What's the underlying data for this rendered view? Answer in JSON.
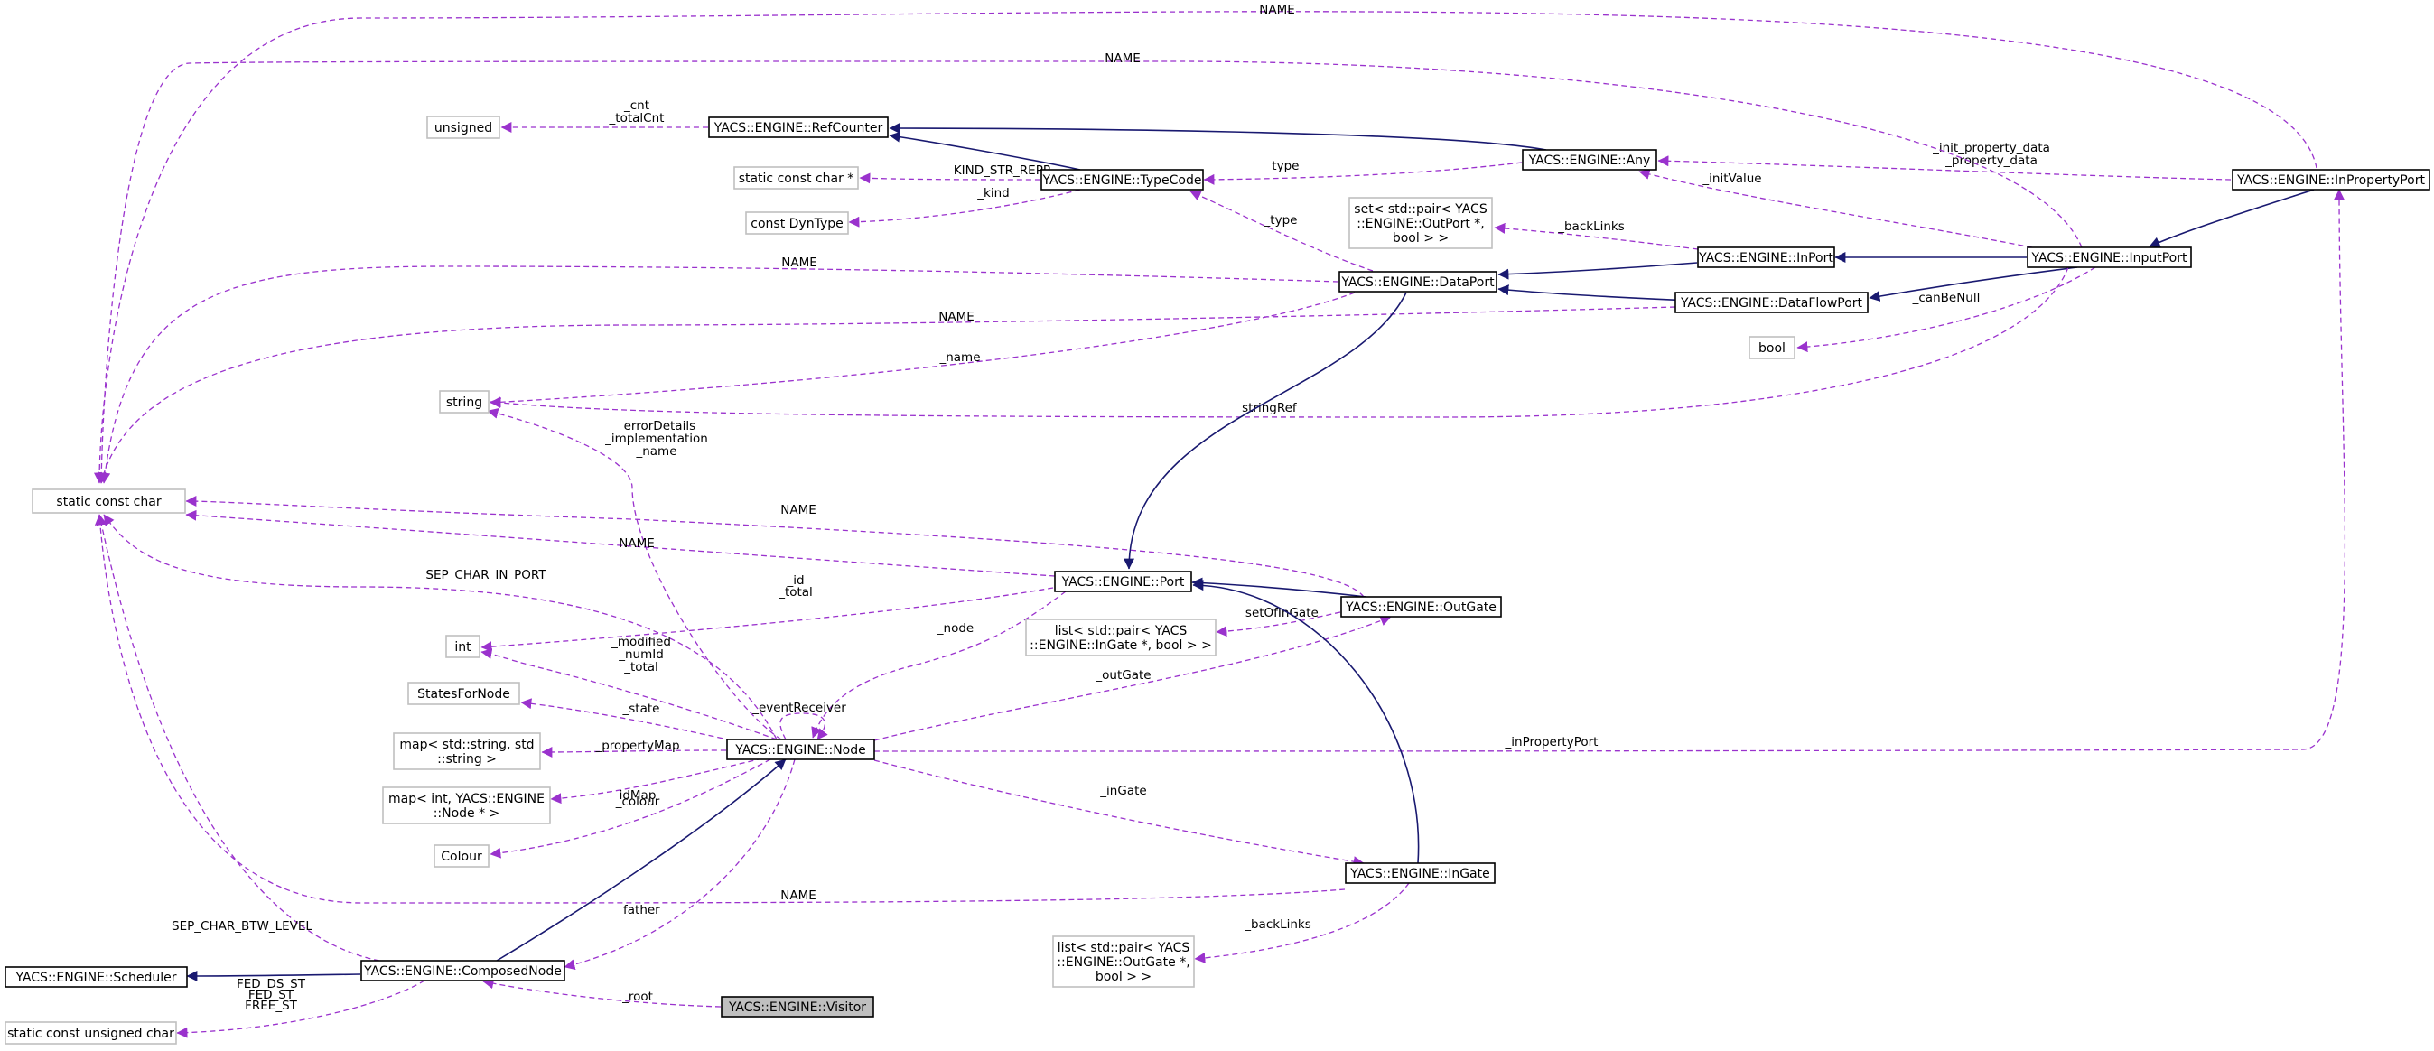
{
  "colors": {
    "inherit_edge": "#191970",
    "usage_edge": "#9a32cd",
    "class_border": "#000000",
    "type_border": "#bfbfbf",
    "focus_fill": "#bfbfbf"
  },
  "nodes": [
    {
      "id": "visitor",
      "lines": [
        "YACS::ENGINE::Visitor"
      ],
      "kind": "focus"
    },
    {
      "id": "composednode",
      "lines": [
        "YACS::ENGINE::ComposedNode"
      ],
      "kind": "class"
    },
    {
      "id": "scheduler",
      "lines": [
        "YACS::ENGINE::Scheduler"
      ],
      "kind": "class"
    },
    {
      "id": "node",
      "lines": [
        "YACS::ENGINE::Node"
      ],
      "kind": "class"
    },
    {
      "id": "port",
      "lines": [
        "YACS::ENGINE::Port"
      ],
      "kind": "class"
    },
    {
      "id": "dataport",
      "lines": [
        "YACS::ENGINE::DataPort"
      ],
      "kind": "class"
    },
    {
      "id": "typecode",
      "lines": [
        "YACS::ENGINE::TypeCode"
      ],
      "kind": "class"
    },
    {
      "id": "refcounter",
      "lines": [
        "YACS::ENGINE::RefCounter"
      ],
      "kind": "class"
    },
    {
      "id": "any",
      "lines": [
        "YACS::ENGINE::Any"
      ],
      "kind": "class"
    },
    {
      "id": "inport",
      "lines": [
        "YACS::ENGINE::InPort"
      ],
      "kind": "class"
    },
    {
      "id": "dataflowport",
      "lines": [
        "YACS::ENGINE::DataFlowPort"
      ],
      "kind": "class"
    },
    {
      "id": "inputport",
      "lines": [
        "YACS::ENGINE::InputPort"
      ],
      "kind": "class"
    },
    {
      "id": "inpropertyport",
      "lines": [
        "YACS::ENGINE::InPropertyPort"
      ],
      "kind": "class"
    },
    {
      "id": "outgate",
      "lines": [
        "YACS::ENGINE::OutGate"
      ],
      "kind": "class"
    },
    {
      "id": "ingate",
      "lines": [
        "YACS::ENGINE::InGate"
      ],
      "kind": "class"
    },
    {
      "id": "static_const_char",
      "lines": [
        "static const char"
      ],
      "kind": "type"
    },
    {
      "id": "static_const_uchar",
      "lines": [
        "static const unsigned char"
      ],
      "kind": "type"
    },
    {
      "id": "unsigned",
      "lines": [
        "unsigned"
      ],
      "kind": "type"
    },
    {
      "id": "static_const_char_ptr",
      "lines": [
        "static const char *"
      ],
      "kind": "type"
    },
    {
      "id": "const_dyntype",
      "lines": [
        "const DynType"
      ],
      "kind": "type"
    },
    {
      "id": "string",
      "lines": [
        "string"
      ],
      "kind": "type"
    },
    {
      "id": "int",
      "lines": [
        "int"
      ],
      "kind": "type"
    },
    {
      "id": "statesfornode",
      "lines": [
        "StatesForNode"
      ],
      "kind": "type"
    },
    {
      "id": "map_string",
      "lines": [
        "map< std::string, std",
        "::string >"
      ],
      "kind": "type"
    },
    {
      "id": "map_int",
      "lines": [
        "map< int, YACS::ENGINE",
        "::Node * >"
      ],
      "kind": "type"
    },
    {
      "id": "colour",
      "lines": [
        "Colour"
      ],
      "kind": "type"
    },
    {
      "id": "set_pair",
      "lines": [
        "set< std::pair< YACS",
        "::ENGINE::OutPort *,",
        "bool > >"
      ],
      "kind": "type"
    },
    {
      "id": "bool",
      "lines": [
        "bool"
      ],
      "kind": "type"
    },
    {
      "id": "list_ingate",
      "lines": [
        "list< std::pair< YACS",
        "::ENGINE::InGate *, bool > >"
      ],
      "kind": "type"
    },
    {
      "id": "list_outgate",
      "lines": [
        "list< std::pair< YACS",
        "::ENGINE::OutGate *,",
        "bool > >"
      ],
      "kind": "type"
    }
  ],
  "edges": [
    {
      "from": "refcounter",
      "to": "unsigned",
      "kind": "usage",
      "label": [
        "_cnt",
        "_totalCnt"
      ]
    },
    {
      "from": "typecode",
      "to": "refcounter",
      "kind": "inherit",
      "label": []
    },
    {
      "from": "any",
      "to": "refcounter",
      "kind": "inherit",
      "label": []
    },
    {
      "from": "typecode",
      "to": "static_const_char_ptr",
      "kind": "usage",
      "label": [
        "KIND_STR_REPR"
      ]
    },
    {
      "from": "typecode",
      "to": "const_dyntype",
      "kind": "usage",
      "label": [
        "_kind"
      ]
    },
    {
      "from": "any",
      "to": "typecode",
      "kind": "usage",
      "label": [
        "_type"
      ]
    },
    {
      "from": "inpropertyport",
      "to": "any",
      "kind": "usage",
      "label": [
        "_init_property_data",
        "_property_data"
      ]
    },
    {
      "from": "inputport",
      "to": "any",
      "kind": "usage",
      "label": [
        "_initValue"
      ]
    },
    {
      "from": "inpropertyport",
      "to": "static_const_char",
      "kind": "usage",
      "label": [
        "NAME"
      ]
    },
    {
      "from": "inputport",
      "to": "static_const_char",
      "kind": "usage",
      "label": [
        "NAME"
      ]
    },
    {
      "from": "dataport",
      "to": "typecode",
      "kind": "usage",
      "label": [
        "_type"
      ]
    },
    {
      "from": "inport",
      "to": "set_pair",
      "kind": "usage",
      "label": [
        "_backLinks"
      ]
    },
    {
      "from": "inputport",
      "to": "inport",
      "kind": "inherit",
      "label": []
    },
    {
      "from": "inport",
      "to": "dataport",
      "kind": "inherit",
      "label": []
    },
    {
      "from": "dataflowport",
      "to": "dataport",
      "kind": "inherit",
      "label": []
    },
    {
      "from": "inputport",
      "to": "dataflowport",
      "kind": "inherit",
      "label": []
    },
    {
      "from": "inpropertyport",
      "to": "inputport",
      "kind": "inherit",
      "label": []
    },
    {
      "from": "inputport",
      "to": "bool",
      "kind": "usage",
      "label": [
        "_canBeNull"
      ]
    },
    {
      "from": "dataport",
      "to": "static_const_char",
      "kind": "usage",
      "label": [
        "NAME"
      ]
    },
    {
      "from": "dataflowport",
      "to": "static_const_char",
      "kind": "usage",
      "label": [
        "NAME"
      ]
    },
    {
      "from": "dataport",
      "to": "string",
      "kind": "usage",
      "label": [
        "_name"
      ]
    },
    {
      "from": "inputport",
      "to": "string",
      "kind": "usage",
      "label": [
        "_stringRef"
      ]
    },
    {
      "from": "dataport",
      "to": "port",
      "kind": "inherit",
      "label": []
    },
    {
      "from": "node",
      "to": "string",
      "kind": "usage",
      "label": [
        "_errorDetails",
        "_implementation",
        "_name"
      ]
    },
    {
      "from": "outgate",
      "to": "static_const_char",
      "kind": "usage",
      "label": [
        "NAME"
      ]
    },
    {
      "from": "port",
      "to": "static_const_char",
      "kind": "usage",
      "label": [
        "NAME"
      ]
    },
    {
      "from": "node",
      "to": "static_const_char",
      "kind": "usage",
      "label": [
        "SEP_CHAR_IN_PORT"
      ]
    },
    {
      "from": "port",
      "to": "int",
      "kind": "usage",
      "label": [
        "_id",
        "_total"
      ]
    },
    {
      "from": "port",
      "to": "node",
      "kind": "usage",
      "label": [
        "_node"
      ]
    },
    {
      "from": "outgate",
      "to": "port",
      "kind": "inherit",
      "label": []
    },
    {
      "from": "outgate",
      "to": "list_ingate",
      "kind": "usage",
      "label": [
        "_setOfInGate"
      ]
    },
    {
      "from": "node",
      "to": "int",
      "kind": "usage",
      "label": [
        "_modified",
        "_numId",
        "_total"
      ]
    },
    {
      "from": "node",
      "to": "outgate",
      "kind": "usage",
      "label": [
        "_outGate"
      ]
    },
    {
      "from": "node",
      "to": "statesfornode",
      "kind": "usage",
      "label": [
        "_state"
      ]
    },
    {
      "from": "node",
      "to": "node",
      "kind": "usage",
      "label": [
        "_eventReceiver"
      ]
    },
    {
      "from": "node",
      "to": "map_string",
      "kind": "usage",
      "label": [
        "_propertyMap"
      ]
    },
    {
      "from": "node",
      "to": "inpropertyport",
      "kind": "usage",
      "label": [
        "_inPropertyPort"
      ]
    },
    {
      "from": "node",
      "to": "map_int",
      "kind": "usage",
      "label": [
        "idMap"
      ]
    },
    {
      "from": "node",
      "to": "colour",
      "kind": "usage",
      "label": [
        "_colour"
      ]
    },
    {
      "from": "node",
      "to": "ingate",
      "kind": "usage",
      "label": [
        "_inGate"
      ]
    },
    {
      "from": "ingate",
      "to": "port",
      "kind": "inherit",
      "label": []
    },
    {
      "from": "ingate",
      "to": "static_const_char",
      "kind": "usage",
      "label": [
        "NAME"
      ]
    },
    {
      "from": "composednode",
      "to": "static_const_char",
      "kind": "usage",
      "label": [
        "SEP_CHAR_BTW_LEVEL"
      ]
    },
    {
      "from": "node",
      "to": "composednode",
      "kind": "usage",
      "label": [
        "_father"
      ]
    },
    {
      "from": "composednode",
      "to": "node",
      "kind": "inherit",
      "label": []
    },
    {
      "from": "ingate",
      "to": "list_outgate",
      "kind": "usage",
      "label": [
        "_backLinks"
      ]
    },
    {
      "from": "composednode",
      "to": "scheduler",
      "kind": "inherit",
      "label": []
    },
    {
      "from": "composednode",
      "to": "static_const_uchar",
      "kind": "usage",
      "label": [
        "FED_DS_ST",
        "FED_ST",
        "FREE_ST"
      ]
    },
    {
      "from": "visitor",
      "to": "composednode",
      "kind": "usage",
      "label": [
        "_root"
      ]
    }
  ]
}
